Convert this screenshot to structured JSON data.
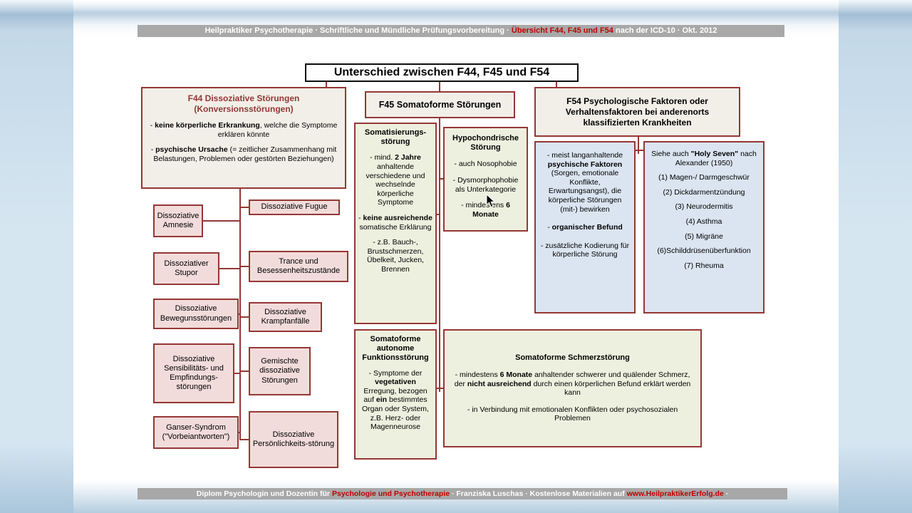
{
  "frame": {
    "header_segments": [
      {
        "t": "Heilpraktiker Psychotherapie · Schriftliche und Mündliche Prüfungsvorbereitung · "
      },
      {
        "t": "Übersicht F44, F45 und F54",
        "c": "#c00000"
      },
      {
        "t": " nach der ICD-10 · Okt. 2012"
      }
    ],
    "footer_segments": [
      {
        "t": "Diplom Psychologin und Dozentin für "
      },
      {
        "t": "Psychologie und Psychotherapie",
        "c": "#c00000"
      },
      {
        "t": " · Franziska Luschas · Kostenlose Materialien auf "
      },
      {
        "t": "www.HeilpraktikerErfolg.de",
        "c": "#c00000"
      },
      {
        "t": " ·"
      }
    ]
  },
  "diagram": {
    "title": "Unterschied zwischen F44, F45 und F54"
  },
  "f44": {
    "title": "F44  Dissoziative Störungen (Konversionsstörungen)",
    "points": [
      [
        {
          "t": "- "
        },
        {
          "t": "keine körperliche Erkrankung",
          "b": true
        },
        {
          "t": ", welche die Symptome erklären könnte"
        }
      ],
      [
        {
          "t": "- "
        },
        {
          "t": "psychische Ursache",
          "b": true
        },
        {
          "t": " (= zeitlicher Zusammenhang mit Belastungen, Problemen oder gestörten Beziehungen)"
        }
      ]
    ],
    "children_left": [
      "Dissoziative Amnesie",
      "Dissoziativer Stupor",
      "Dissoziative Bewegunsstörungen",
      "Dissoziative Sensibilitäts- und Empfindungs-störungen",
      "Ganser-Syndrom (\"Vorbeiantworten\")"
    ],
    "children_right": [
      "Dissoziative Fugue",
      "Trance und Besessenheitszustände",
      "Dissoziative Krampfanfälle",
      "Gemischte dissoziative Störungen",
      "Dissoziative Persönlichkeits-störung"
    ]
  },
  "f45": {
    "title": "F45 Somatoforme  Störungen",
    "somatisierung": {
      "title": "Somatisierungs-störung",
      "points": [
        [
          {
            "t": "- mind. "
          },
          {
            "t": "2 Jahre",
            "b": true
          },
          {
            "t": " anhaltende verschiedene und wechselnde körperliche Symptome"
          }
        ],
        [
          {
            "t": "- "
          },
          {
            "t": "keine ausreichende",
            "b": true
          },
          {
            "t": " somatische Erklärung"
          }
        ],
        [
          {
            "t": "- z.B. Bauch-, Brustschmerzen, Übelkeit, Jucken, Brennen"
          }
        ]
      ]
    },
    "hypochondrie": {
      "title": "Hypochondrische Störung",
      "points": [
        [
          {
            "t": "- auch Nosophobie"
          }
        ],
        [
          {
            "t": "- Dysmorphophobie als Unterkategorie"
          }
        ],
        [
          {
            "t": "- mindestens "
          },
          {
            "t": "6 Monate",
            "b": true
          }
        ]
      ]
    },
    "funktion": {
      "title": "Somatoforme autonome Funktionsstörung",
      "points": [
        [
          {
            "t": "- Symptome der "
          },
          {
            "t": "vegetativen",
            "b": true
          },
          {
            "t": " Erregung, bezogen auf "
          },
          {
            "t": "ein",
            "b": true
          },
          {
            "t": " bestimmtes Organ oder System, z.B. Herz- oder Magenneurose"
          }
        ]
      ]
    },
    "schmerz": {
      "title": "Somatoforme Schmerzstörung",
      "points": [
        [
          {
            "t": "- mindestens "
          },
          {
            "t": "6 Monate",
            "b": true
          },
          {
            "t": " anhaltender schwerer und quälender Schmerz, der "
          },
          {
            "t": "nicht ausreichend",
            "b": true
          },
          {
            "t": " durch einen körperlichen Befund erklärt werden kann"
          }
        ],
        [
          {
            "t": "- in Verbindung mit emotionalen Konflikten oder psychosozialen Problemen"
          }
        ]
      ]
    }
  },
  "f54": {
    "title": "F54 Psychologische Faktoren oder Verhaltensfaktoren bei anderenorts klassifizierten Krankheiten",
    "factors": {
      "points": [
        [
          {
            "t": "- meist langanhaltende "
          },
          {
            "t": "psychische Faktoren",
            "b": true
          },
          {
            "t": " (Sorgen, emotionale Konflikte, Erwartungsangst), die körperliche Störungen (mit-) bewirken"
          }
        ],
        [
          {
            "t": "- "
          },
          {
            "t": "organischer Befund",
            "b": true
          }
        ],
        [
          {
            "t": "- zusätzliche Kodierung für körperliche Störung"
          }
        ]
      ]
    },
    "holy_seven": {
      "intro": [
        {
          "t": "Siehe auch "
        },
        {
          "t": "\"Holy Seven\"",
          "b": true
        },
        {
          "t": " nach Alexander (1950)"
        }
      ],
      "items": [
        "(1) Magen-/ Darmgeschwür",
        "(2) Dickdarmentzündung",
        "(3) Neurodermitis",
        "(4) Asthma",
        "(5) Migräne",
        "(6)Schilddrüsenüberfunktion",
        "(7) Rheuma"
      ]
    }
  },
  "colors": {
    "maroon_border": "#953735",
    "red_highlight": "#c00000",
    "bar_gray": "#a8a8a8",
    "pink_bg": "#f2dcdb",
    "olive_bg": "#eef0df",
    "blue_bg": "#dbe5f1",
    "beige_bg": "#f1efe8"
  }
}
